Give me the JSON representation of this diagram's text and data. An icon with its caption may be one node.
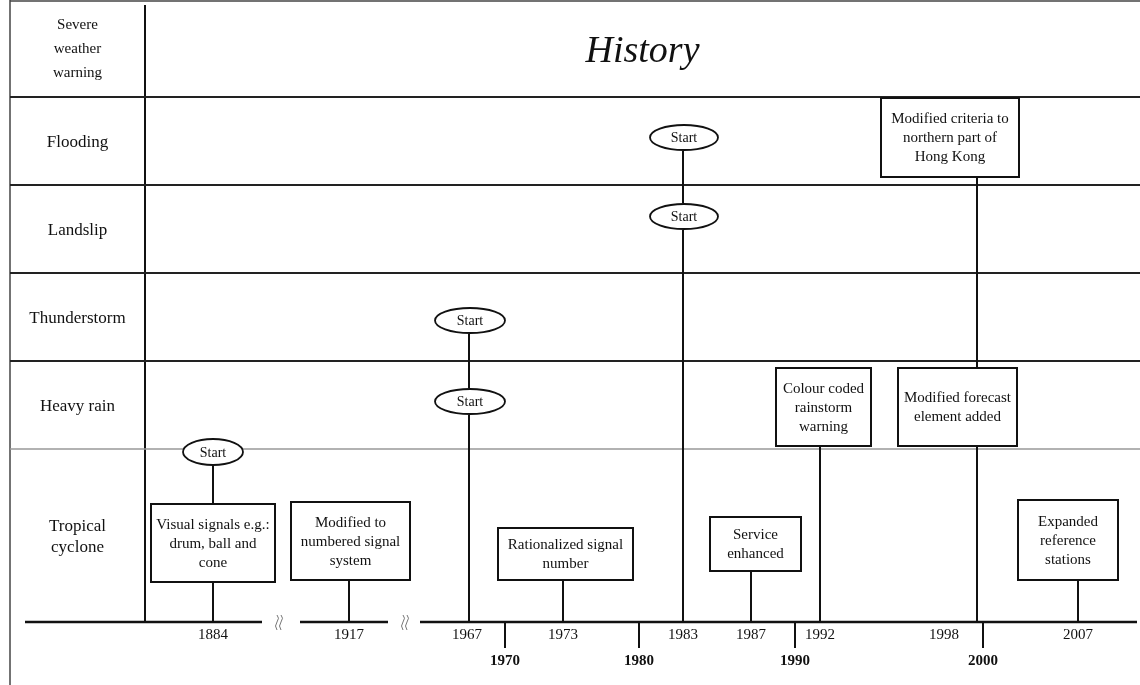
{
  "diagram": {
    "title": "History",
    "nodes": [
      {
        "text": [
          "Start"
        ]
      },
      {
        "text": [
          "Visual signals e.g.: drum, ball and cone"
        ]
      },
      {
        "text": [
          "Modified to numbered signal system"
        ]
      },
      {
        "text": [
          "Start"
        ]
      },
      {
        "text": [
          "Start"
        ]
      },
      {
        "text": [
          "Rationalized signal number"
        ]
      },
      {
        "text": [
          "Start"
        ]
      },
      {
        "text": [
          "Start"
        ]
      },
      {
        "text": [
          "Service enhanced"
        ]
      },
      {
        "text": [
          "Colour coded rainstorm warning"
        ]
      },
      {
        "text": [
          "Modified criteria to northern part of Hong Kong"
        ]
      },
      {
        "text": [
          "Modified forecast element added"
        ]
      },
      {
        "text": [
          "Expanded reference stations"
        ]
      },
      {
        "text": [
          "1884"
        ]
      },
      {
        "text": [
          "1917"
        ]
      },
      {
        "text": [
          "1967"
        ]
      },
      {
        "text": [
          "1973"
        ]
      },
      {
        "text": [
          "1983"
        ]
      },
      {
        "text": [
          "1987"
        ]
      },
      {
        "text": [
          "1992"
        ]
      },
      {
        "text": [
          "1998"
        ]
      },
      {
        "text": [
          "2007"
        ]
      }
    ],
    "edges": [
      {
        "from": 0,
        "to": 1,
        "arrow": "none"
      },
      {
        "from": 1,
        "to": 13,
        "arrow": "none"
      },
      {
        "from": 2,
        "to": 14,
        "arrow": "none"
      },
      {
        "from": 3,
        "to": 4,
        "arrow": "none"
      },
      {
        "from": 4,
        "to": 15,
        "arrow": "none"
      },
      {
        "from": 5,
        "to": 16,
        "arrow": "none"
      },
      {
        "from": 6,
        "to": 7,
        "arrow": "none"
      },
      {
        "from": 7,
        "to": 17,
        "arrow": "none"
      },
      {
        "from": 8,
        "to": 18,
        "arrow": "none"
      },
      {
        "from": 9,
        "to": 19,
        "arrow": "none"
      },
      {
        "from": 10,
        "to": 11,
        "arrow": "none"
      },
      {
        "from": 11,
        "to": 20,
        "arrow": "none"
      },
      {
        "from": 12,
        "to": 21,
        "arrow": "none"
      }
    ],
    "labels": [
      "Severe weather warning",
      "Flooding",
      "Landslip",
      "Thunderstorm",
      "Heavy rain",
      "Tropical cyclone",
      "1970",
      "1980",
      "1990",
      "2000"
    ]
  }
}
